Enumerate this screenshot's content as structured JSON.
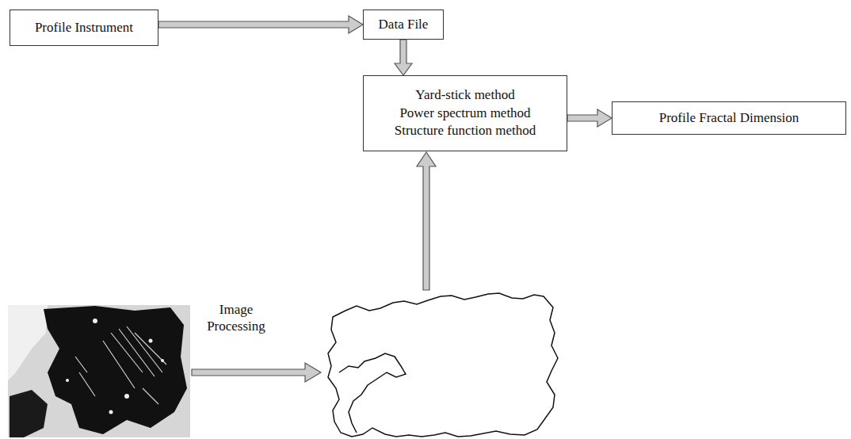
{
  "diagram": {
    "nodes": [
      {
        "text": [
          "Profile Instrument"
        ]
      },
      {
        "text": [
          "Data File"
        ]
      },
      {
        "text": [
          "Yard-stick method",
          "Power spectrum method",
          "Structure function method"
        ]
      },
      {
        "text": [
          "Profile Fractal Dimension"
        ]
      }
    ],
    "edges": [
      {
        "from": 0,
        "to": 1,
        "arrow": "to"
      },
      {
        "from": 1,
        "to": 2,
        "arrow": "to"
      },
      {
        "from": 2,
        "to": 3,
        "arrow": "to"
      }
    ],
    "labels": [
      "Image Processing"
    ]
  }
}
